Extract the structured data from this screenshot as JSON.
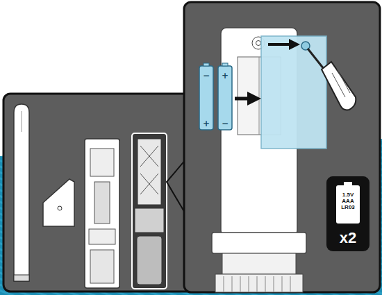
{
  "diagram": {
    "nodes": [
      {
        "text": [
          "x2"
        ]
      },
      {
        "text": [
          "1.5V AAA LR03"
        ],
        "in": 0
      }
    ],
    "labels": [
      "−",
      "+",
      "+",
      "−"
    ]
  }
}
